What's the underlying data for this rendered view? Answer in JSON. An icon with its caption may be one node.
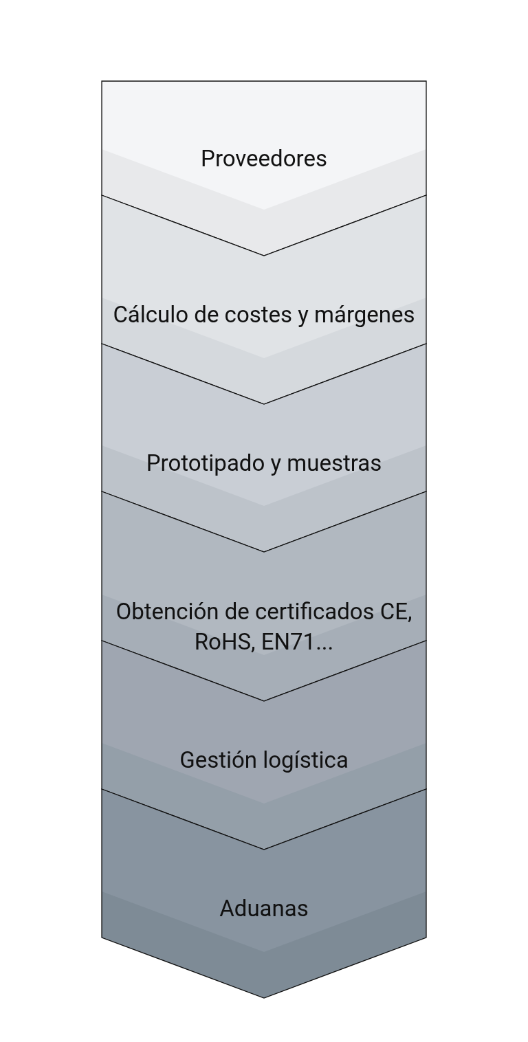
{
  "diagram": {
    "nodes": [
      {
        "text": [
          "Proveedores"
        ]
      },
      {
        "text": [
          "Cálculo de costes y márgenes"
        ]
      },
      {
        "text": [
          "Prototipado y muestras"
        ]
      },
      {
        "text": [
          "Obtención de certificados CE, RoHS, EN71..."
        ]
      },
      {
        "text": [
          "Gestión logística"
        ]
      },
      {
        "text": [
          "Aduanas"
        ]
      }
    ]
  }
}
